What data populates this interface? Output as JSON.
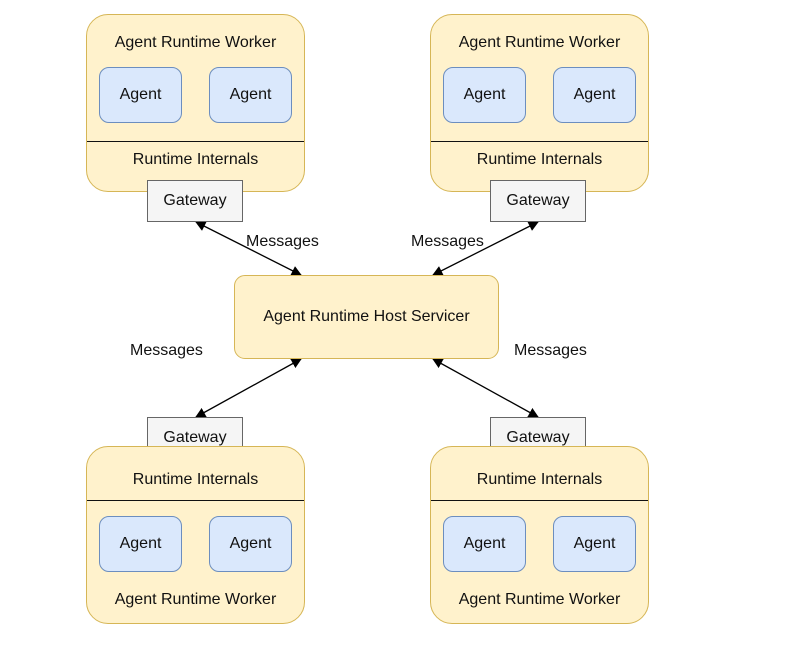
{
  "host": {
    "label": "Agent Runtime Host Servicer"
  },
  "workers": [
    {
      "title": "Agent Runtime Worker",
      "internals": "Runtime Internals",
      "gateway": "Gateway",
      "agents": [
        "Agent",
        "Agent"
      ]
    },
    {
      "title": "Agent Runtime Worker",
      "internals": "Runtime Internals",
      "gateway": "Gateway",
      "agents": [
        "Agent",
        "Agent"
      ]
    },
    {
      "title": "Agent Runtime Worker",
      "internals": "Runtime Internals",
      "gateway": "Gateway",
      "agents": [
        "Agent",
        "Agent"
      ]
    },
    {
      "title": "Agent Runtime Worker",
      "internals": "Runtime Internals",
      "gateway": "Gateway",
      "agents": [
        "Agent",
        "Agent"
      ]
    }
  ],
  "messages": [
    "Messages",
    "Messages",
    "Messages",
    "Messages"
  ],
  "colors": {
    "worker_fill": "#fff2cc",
    "worker_stroke": "#d6b656",
    "agent_fill": "#dae8fc",
    "agent_stroke": "#6c8ebf",
    "gateway_fill": "#f5f5f5",
    "gateway_stroke": "#666666"
  }
}
